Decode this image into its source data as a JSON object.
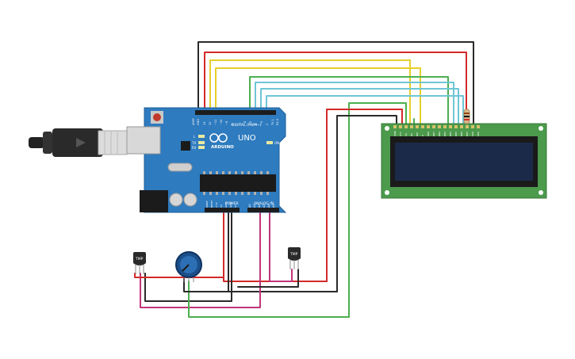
{
  "board": {
    "brand": "ARDUINO",
    "model": "UNO",
    "digital_label": "DIGITAL (PWM~)",
    "power_label": "POWER",
    "analog_label": "ANALOG IN",
    "aref": "AREF",
    "gnd": "GND",
    "tx": "TX",
    "rx": "RX",
    "on": "ON",
    "l": "L",
    "digital_pins": [
      "13",
      "12",
      "~11",
      "~10",
      "~9",
      "8",
      "7",
      "~6",
      "~5",
      "4",
      "~3",
      "2",
      "TX 1",
      "RX 0"
    ],
    "power_pins": [
      "IOREF",
      "RESET",
      "3.3V",
      "5V",
      "GND",
      "GND",
      "Vin"
    ],
    "analog_pins": [
      "A0",
      "A1",
      "A2",
      "A3",
      "A4",
      "A5"
    ]
  },
  "sensors": {
    "tmp_label": "TMP"
  },
  "lcd": {
    "pin_labels": [
      "GND",
      "VCC",
      "V0",
      "RS",
      "RW",
      "E",
      "DB0",
      "DB1",
      "DB2",
      "DB3",
      "DB4",
      "DB5",
      "DB6",
      "DB7",
      "LED",
      "LED"
    ]
  },
  "colors": {
    "pcb": "#2e7bbf",
    "pcb_dark": "#1f5f99",
    "lcd_pcb": "#4c9a4c",
    "lcd_screen": "#1c2a4a",
    "wire_red": "#d42a2a",
    "wire_black": "#2a2a2a",
    "wire_yellow": "#e6cf2a",
    "wire_green": "#4caf50",
    "wire_cyan": "#6ec6d6",
    "wire_magenta": "#c0357a"
  }
}
